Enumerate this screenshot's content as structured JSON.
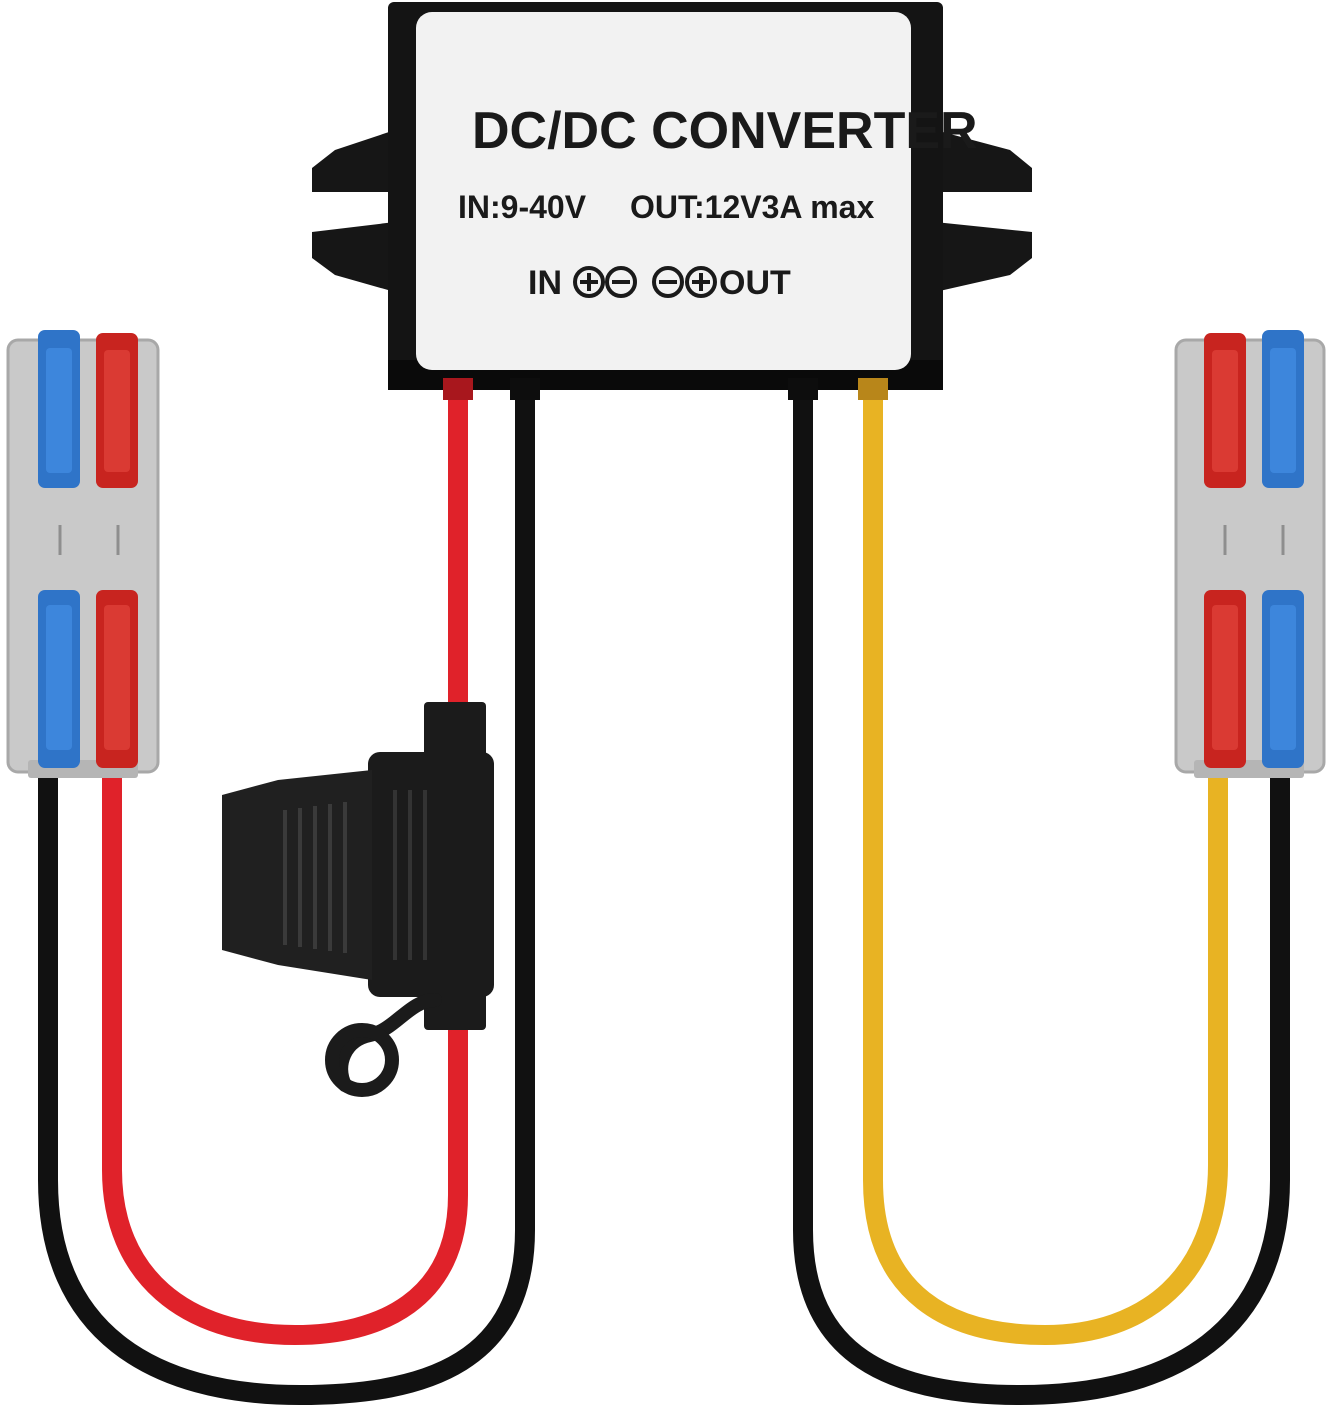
{
  "converter": {
    "title": "DC/DC CONVERTER",
    "input_spec": "IN:9-40V",
    "output_spec": "OUT:12V3A max",
    "terminals": {
      "in_label": "IN",
      "out_label": "OUT"
    }
  },
  "colors": {
    "background": "#ffffff",
    "housing": "#141414",
    "label_face": "#f2f2f2",
    "wire_red": "#e0222a",
    "wire_black": "#111111",
    "wire_yellow": "#e8b323",
    "connector_body": "#c9c9c9",
    "lever_blue": "#2f74c8",
    "lever_red": "#c8241f",
    "fuse_holder": "#1b1b1b"
  },
  "icons": {
    "plus": "circled-plus-icon",
    "minus": "circled-minus-icon"
  }
}
